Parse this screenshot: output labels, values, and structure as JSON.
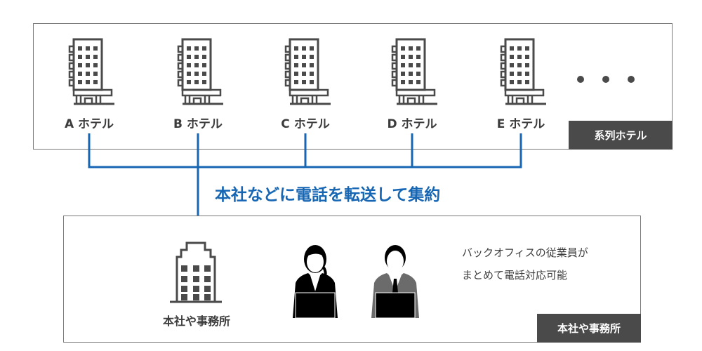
{
  "hotels_group": {
    "tag": "系列ホテル",
    "hotels": [
      {
        "label": "A ホテル"
      },
      {
        "label": "B ホテル"
      },
      {
        "label": "C ホテル"
      },
      {
        "label": "D ホテル"
      },
      {
        "label": "E ホテル"
      }
    ]
  },
  "headline": "本社などに電話を転送して集約",
  "headquarters": {
    "tag": "本社や事務所",
    "office_label": "本社や事務所",
    "description": [
      "バックオフィスの従業員が",
      "まとめて電話対応可能"
    ]
  },
  "colors": {
    "accent": "#1766b3",
    "dark": "#4a4a4a",
    "border": "#7a7a7a"
  }
}
